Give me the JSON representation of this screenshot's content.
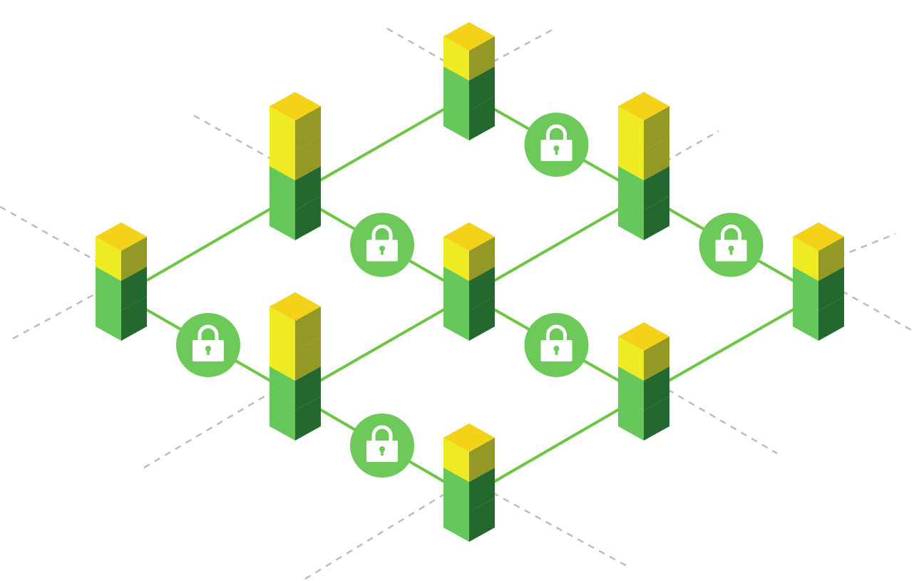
{
  "diagram": {
    "colors": {
      "background": "#ffffff",
      "link": "#6cc644",
      "dashed_link": "#bdbdbd",
      "green_top": "#8fd14f",
      "green_left": "#66c85a",
      "green_right": "#25682f",
      "yellow_top": "#f4d21a",
      "yellow_left": "#eeea24",
      "yellow_right": "#949824",
      "lock_circle": "#6cc95a",
      "lock_icon": "#ffffff"
    },
    "nodes": [
      {
        "id": "n1",
        "green_blocks": 2,
        "yellow_blocks": 1
      },
      {
        "id": "n2",
        "green_blocks": 2,
        "yellow_blocks": 2
      },
      {
        "id": "n3",
        "green_blocks": 2,
        "yellow_blocks": 1
      },
      {
        "id": "n4",
        "green_blocks": 2,
        "yellow_blocks": 2
      },
      {
        "id": "n5",
        "green_blocks": 2,
        "yellow_blocks": 1
      },
      {
        "id": "n6",
        "green_blocks": 2,
        "yellow_blocks": 1
      },
      {
        "id": "n7",
        "green_blocks": 2,
        "yellow_blocks": 1
      },
      {
        "id": "n8",
        "green_blocks": 2,
        "yellow_blocks": 2
      },
      {
        "id": "n9",
        "green_blocks": 2,
        "yellow_blocks": 1
      }
    ],
    "links": [
      {
        "from": "n1",
        "to": "n2",
        "locked": true
      },
      {
        "from": "n2",
        "to": "n3",
        "locked": true
      },
      {
        "from": "n4",
        "to": "n5",
        "locked": true
      },
      {
        "from": "n5",
        "to": "n6",
        "locked": true
      },
      {
        "from": "n7",
        "to": "n8",
        "locked": true
      },
      {
        "from": "n8",
        "to": "n9",
        "locked": true
      },
      {
        "from": "n1",
        "to": "n4",
        "locked": false
      },
      {
        "from": "n4",
        "to": "n7",
        "locked": false
      },
      {
        "from": "n2",
        "to": "n5",
        "locked": false
      },
      {
        "from": "n5",
        "to": "n8",
        "locked": false
      },
      {
        "from": "n3",
        "to": "n6",
        "locked": false
      },
      {
        "from": "n6",
        "to": "n9",
        "locked": false
      }
    ],
    "lock_icon": "padlock-icon"
  }
}
